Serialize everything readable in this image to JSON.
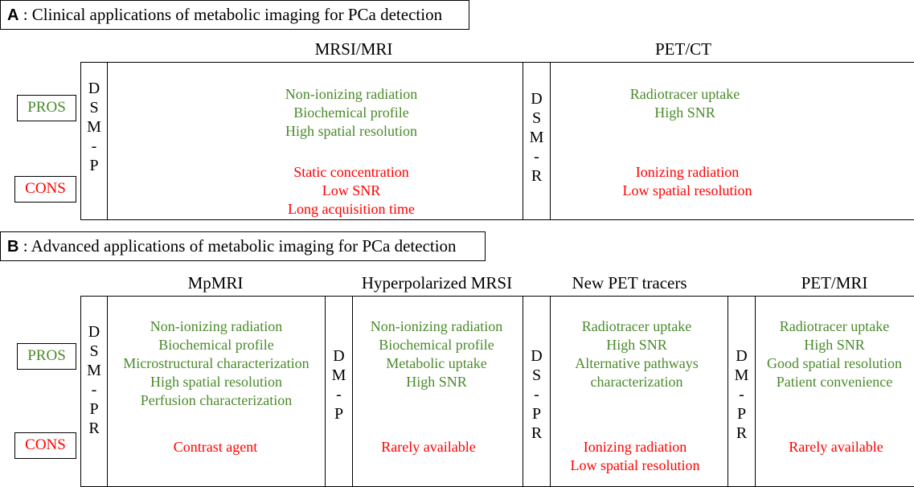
{
  "panelA": {
    "letter": "A",
    "title": " : Clinical applications of metabolic imaging for PCa detection",
    "pros_label": "PROS",
    "cons_label": "CONS",
    "columns": [
      {
        "heading": "MRSI/MRI",
        "side_letters": [
          "D",
          "S",
          "M",
          "-",
          "P"
        ],
        "pros": [
          "Non-ionizing radiation",
          "Biochemical profile",
          "High spatial resolution"
        ],
        "cons": [
          "Static concentration",
          "Low SNR",
          "Long acquisition time"
        ]
      },
      {
        "heading": "PET/CT",
        "side_letters": [
          "D",
          "S",
          "M",
          "-",
          "R"
        ],
        "pros": [
          "Radiotracer uptake",
          "High SNR"
        ],
        "cons": [
          "Ionizing radiation",
          "Low spatial resolution"
        ]
      }
    ]
  },
  "panelB": {
    "letter": "B",
    "title": " : Advanced applications of metabolic imaging for PCa detection",
    "pros_label": "PROS",
    "cons_label": "CONS",
    "columns": [
      {
        "heading": "MpMRI",
        "side_letters": [
          "D",
          "S",
          "M",
          "-",
          "P",
          "R"
        ],
        "pros": [
          "Non-ionizing radiation",
          "Biochemical profile",
          "Microstructural characterization",
          "High spatial resolution",
          "Perfusion characterization"
        ],
        "cons": [
          "Contrast agent"
        ]
      },
      {
        "heading": "Hyperpolarized MRSI",
        "side_letters": [
          "D",
          "M",
          "-",
          "P"
        ],
        "pros": [
          "Non-ionizing radiation",
          "Biochemical profile",
          "Metabolic uptake",
          "High SNR"
        ],
        "cons": [
          "Rarely available"
        ]
      },
      {
        "heading": "New PET tracers",
        "side_letters": [
          "D",
          "S",
          "-",
          "P",
          "R"
        ],
        "pros": [
          "Radiotracer uptake",
          "High SNR",
          "Alternative pathways",
          "characterization"
        ],
        "cons": [
          "Ionizing radiation",
          "Low spatial resolution"
        ]
      },
      {
        "heading": "PET/MRI",
        "side_letters": [
          "D",
          "M",
          "-",
          "P",
          "R"
        ],
        "pros": [
          "Radiotracer uptake",
          "High SNR",
          "Good spatial resolution",
          "Patient convenience"
        ],
        "cons": [
          "Rarely available"
        ]
      }
    ]
  }
}
